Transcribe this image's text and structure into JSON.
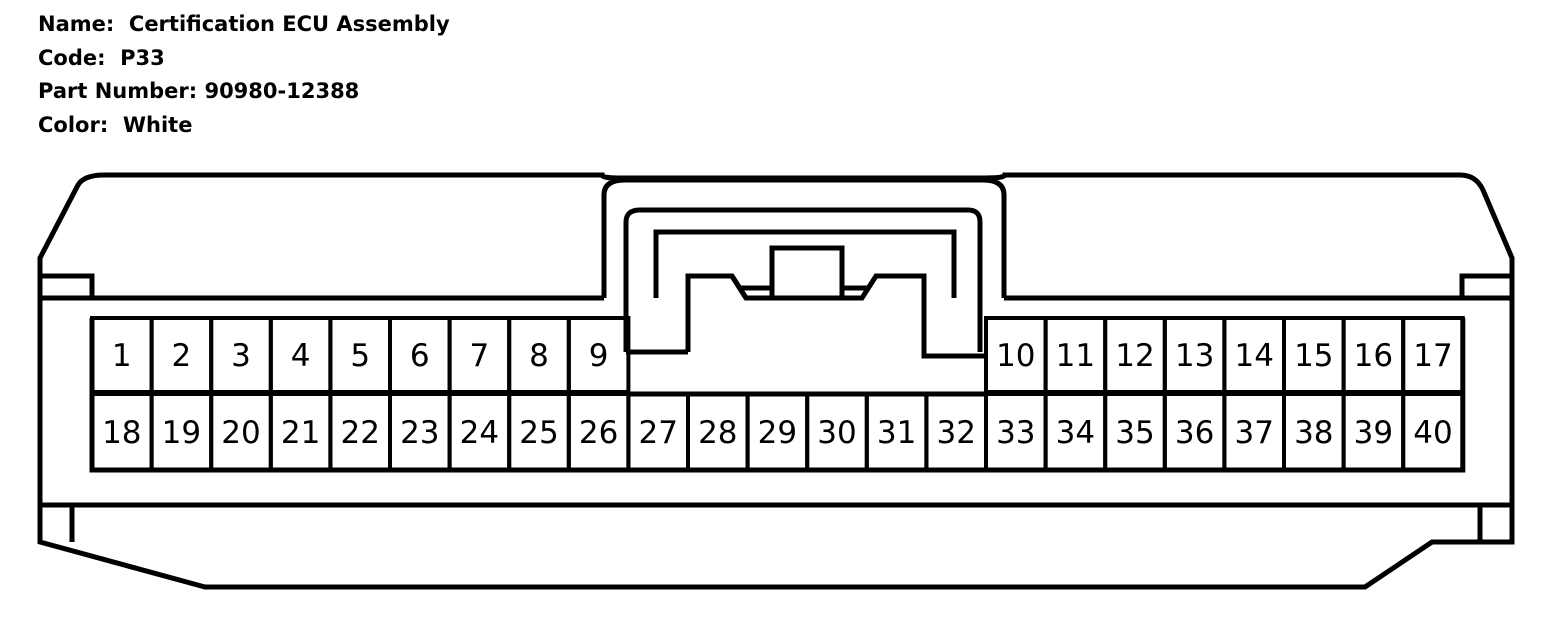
{
  "info": {
    "name_label": "Name:",
    "name_value": "Certification ECU Assembly",
    "code_label": "Code:",
    "code_value": "P33",
    "part_label": "Part Number:",
    "part_value": "90980-12388",
    "color_label": "Color:",
    "color_value": "White"
  },
  "connector": {
    "top_row_left": [
      "1",
      "2",
      "3",
      "4",
      "5",
      "6",
      "7",
      "8",
      "9"
    ],
    "top_row_right": [
      "10",
      "11",
      "12",
      "13",
      "14",
      "15",
      "16",
      "17"
    ],
    "bottom_row": [
      "18",
      "19",
      "20",
      "21",
      "22",
      "23",
      "24",
      "25",
      "26",
      "27",
      "28",
      "29",
      "30",
      "31",
      "32",
      "33",
      "34",
      "35",
      "36",
      "37",
      "38",
      "39",
      "40"
    ]
  }
}
